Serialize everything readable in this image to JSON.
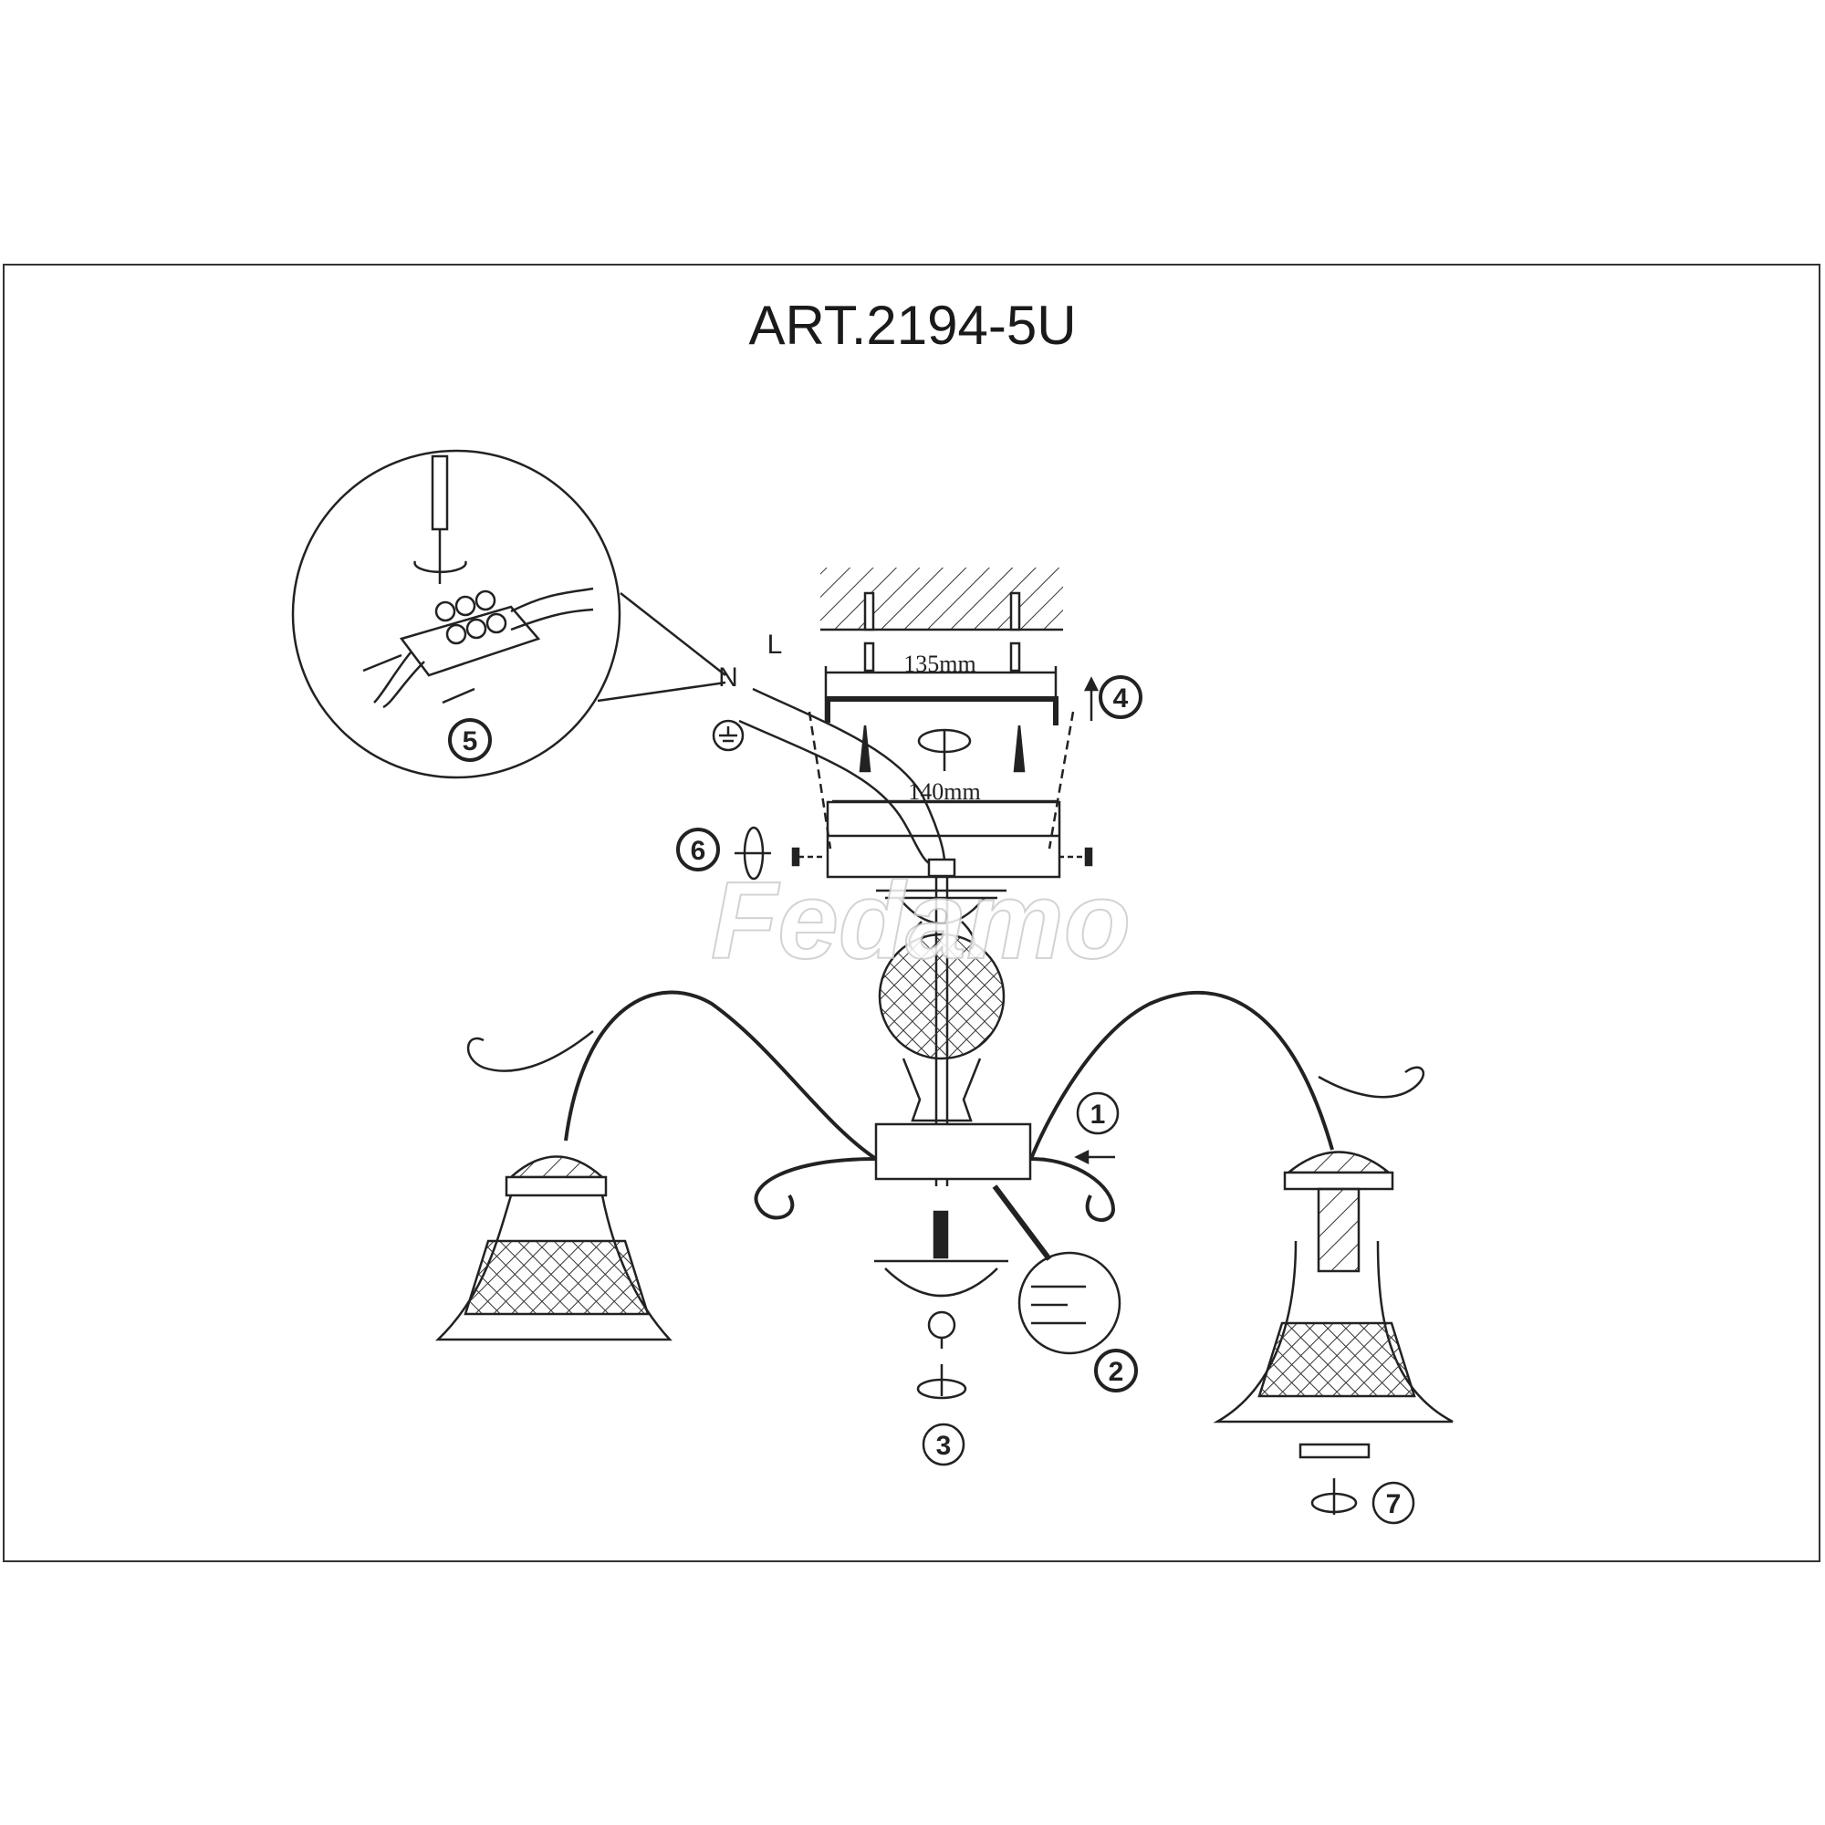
{
  "title": "ART.2194-5U",
  "dimensions": {
    "bracket_width": "135mm",
    "canopy_width": "140mm"
  },
  "wire_labels": {
    "neutral": "N",
    "live": "L"
  },
  "steps": [
    "1",
    "2",
    "3",
    "4",
    "5",
    "6",
    "7"
  ],
  "watermark": "Fedamo",
  "colors": {
    "line": "#222222",
    "border": "#333333",
    "background": "#ffffff"
  }
}
